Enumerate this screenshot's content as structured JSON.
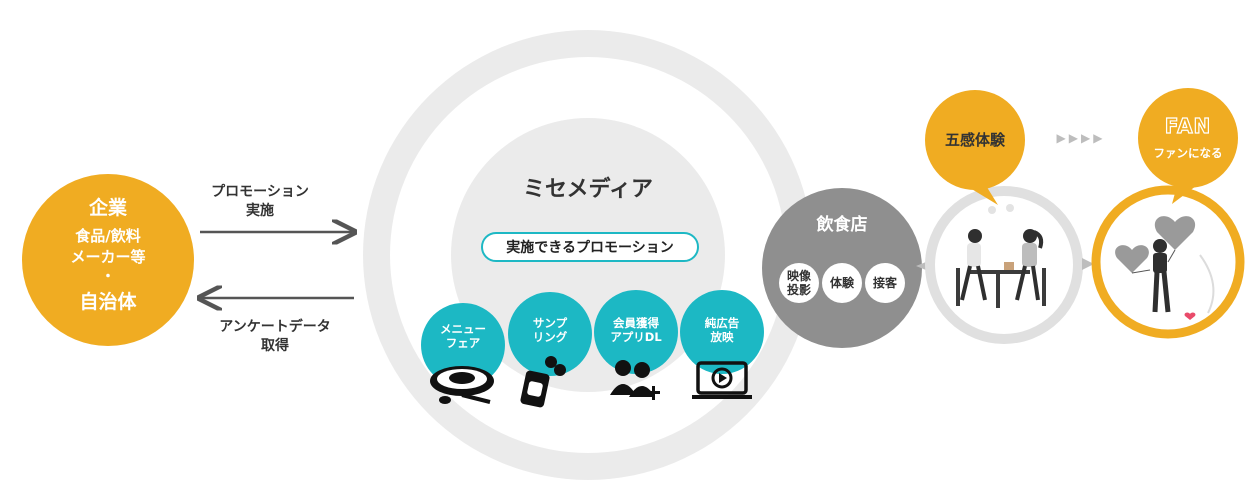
{
  "company": {
    "title": "企業",
    "line2": "食品/飲料",
    "line3": "メーカー等",
    "dot": "・",
    "line4": "自治体"
  },
  "arrows": {
    "top_label_1": "プロモーション",
    "top_label_2": "実施",
    "bottom_label_1": "アンケートデータ",
    "bottom_label_2": "取得"
  },
  "media": {
    "title": "ミセメディア",
    "pill": "実施できるプロモーション",
    "items": [
      {
        "line1": "メニュー",
        "line2": "フェア",
        "icon": "plate-icon"
      },
      {
        "line1": "サンプ",
        "line2": "リング",
        "icon": "sample-bag-icon"
      },
      {
        "line1": "会員獲得",
        "line2": "アプリDL",
        "icon": "users-add-icon"
      },
      {
        "line1": "純広告",
        "line2": "放映",
        "icon": "video-screen-icon"
      }
    ]
  },
  "restaurant": {
    "title": "飲食店",
    "chips": [
      {
        "line1": "映像",
        "line2": "投影"
      },
      {
        "line1": "体験",
        "line2": ""
      },
      {
        "line1": "接客",
        "line2": ""
      }
    ]
  },
  "experience": {
    "bubble": "五感体験",
    "arrows": "▶▶▶▶"
  },
  "fan": {
    "title": "FAN",
    "sub": "ファンになる"
  },
  "colors": {
    "orange": "#F0AC22",
    "teal": "#1CB8C4",
    "gray": "#8F8F8F",
    "ring": "#EBEBEB"
  }
}
